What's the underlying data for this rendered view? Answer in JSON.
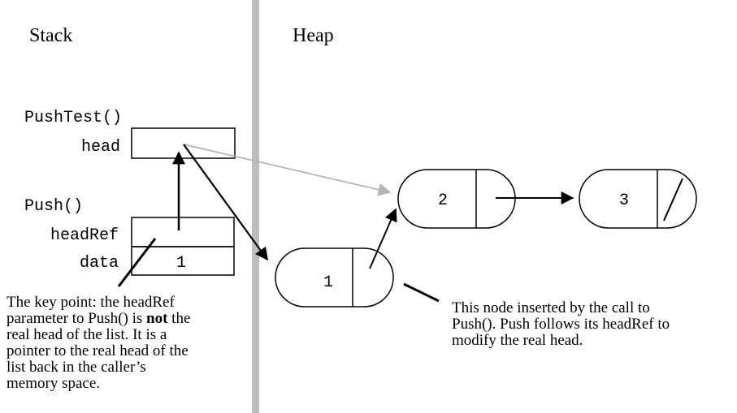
{
  "regions": {
    "stack_title": "Stack",
    "heap_title": "Heap"
  },
  "stack_frames": {
    "pushtest": {
      "name": "PushTest()",
      "var_label": "head"
    },
    "push": {
      "name": "Push()",
      "headref_label": "headRef",
      "data_label": "data",
      "data_value": "1"
    }
  },
  "heap_nodes": {
    "node_1": {
      "value": "1"
    },
    "node_2": {
      "value": "2"
    },
    "node_3": {
      "value": "3"
    }
  },
  "notes": {
    "key_point": {
      "line1": "The key point: the headRef",
      "line2_before": "parameter to Push() is ",
      "line2_bold": "not",
      "line2_after": " the",
      "line3": "real head of the list. It is a",
      "line4": "pointer to the real head of the",
      "line5": "list back in the caller’s",
      "line6": "memory space."
    },
    "node_inserted": {
      "line1": "This node inserted by the call to",
      "line2": "Push(). Push follows its headRef to",
      "line3": "modify the real head."
    }
  },
  "colors": {
    "divider": "#bdbdbd",
    "old_pointer": "#b4b4b4",
    "ink": "#000000"
  }
}
